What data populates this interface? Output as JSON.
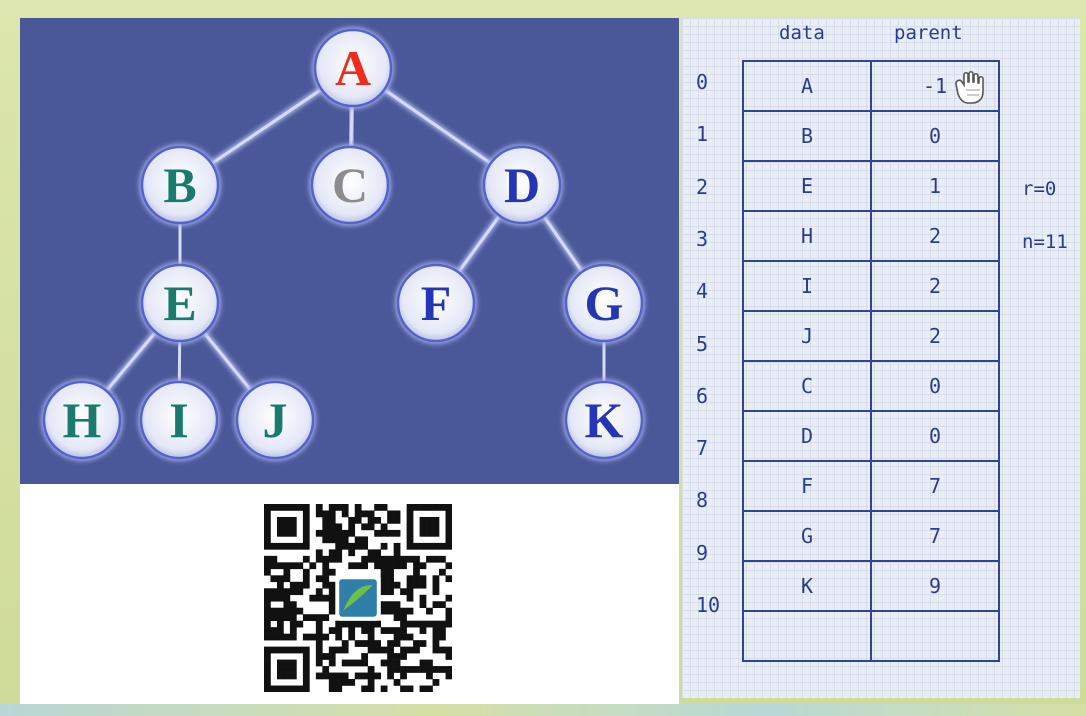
{
  "tree": {
    "nodes": [
      {
        "id": "A",
        "label": "A",
        "color": "#ee2b1c"
      },
      {
        "id": "B",
        "label": "B",
        "color": "#1a7a6d"
      },
      {
        "id": "C",
        "label": "C",
        "color": "#8c8c8c"
      },
      {
        "id": "D",
        "label": "D",
        "color": "#2436b4"
      },
      {
        "id": "E",
        "label": "E",
        "color": "#1a7a6d"
      },
      {
        "id": "F",
        "label": "F",
        "color": "#2436b4"
      },
      {
        "id": "G",
        "label": "G",
        "color": "#2436b4"
      },
      {
        "id": "H",
        "label": "H",
        "color": "#1a7a6d"
      },
      {
        "id": "I",
        "label": "I",
        "color": "#1a7a6d"
      },
      {
        "id": "J",
        "label": "J",
        "color": "#1a7a6d"
      },
      {
        "id": "K",
        "label": "K",
        "color": "#2436b4"
      }
    ],
    "edges": [
      [
        "A",
        "B"
      ],
      [
        "A",
        "C"
      ],
      [
        "A",
        "D"
      ],
      [
        "B",
        "E"
      ],
      [
        "D",
        "F"
      ],
      [
        "D",
        "G"
      ],
      [
        "E",
        "H"
      ],
      [
        "E",
        "I"
      ],
      [
        "E",
        "J"
      ],
      [
        "G",
        "K"
      ]
    ]
  },
  "table": {
    "header_data": "data",
    "header_parent": "parent",
    "rows": [
      {
        "index": "0",
        "data": "A",
        "parent": "-1"
      },
      {
        "index": "1",
        "data": "B",
        "parent": "0"
      },
      {
        "index": "2",
        "data": "E",
        "parent": "1"
      },
      {
        "index": "3",
        "data": "H",
        "parent": "2"
      },
      {
        "index": "4",
        "data": "I",
        "parent": "2"
      },
      {
        "index": "5",
        "data": "J",
        "parent": "2"
      },
      {
        "index": "6",
        "data": "C",
        "parent": "0"
      },
      {
        "index": "7",
        "data": "D",
        "parent": "0"
      },
      {
        "index": "8",
        "data": "F",
        "parent": "7"
      },
      {
        "index": "9",
        "data": "G",
        "parent": "7"
      },
      {
        "index": "10",
        "data": "K",
        "parent": "9"
      },
      {
        "index": "",
        "data": "",
        "parent": ""
      }
    ],
    "r_label": "r=0",
    "n_label": "n=11"
  },
  "icons": {
    "hand": "pointing-hand-icon",
    "qr": "qr-code-icon"
  }
}
